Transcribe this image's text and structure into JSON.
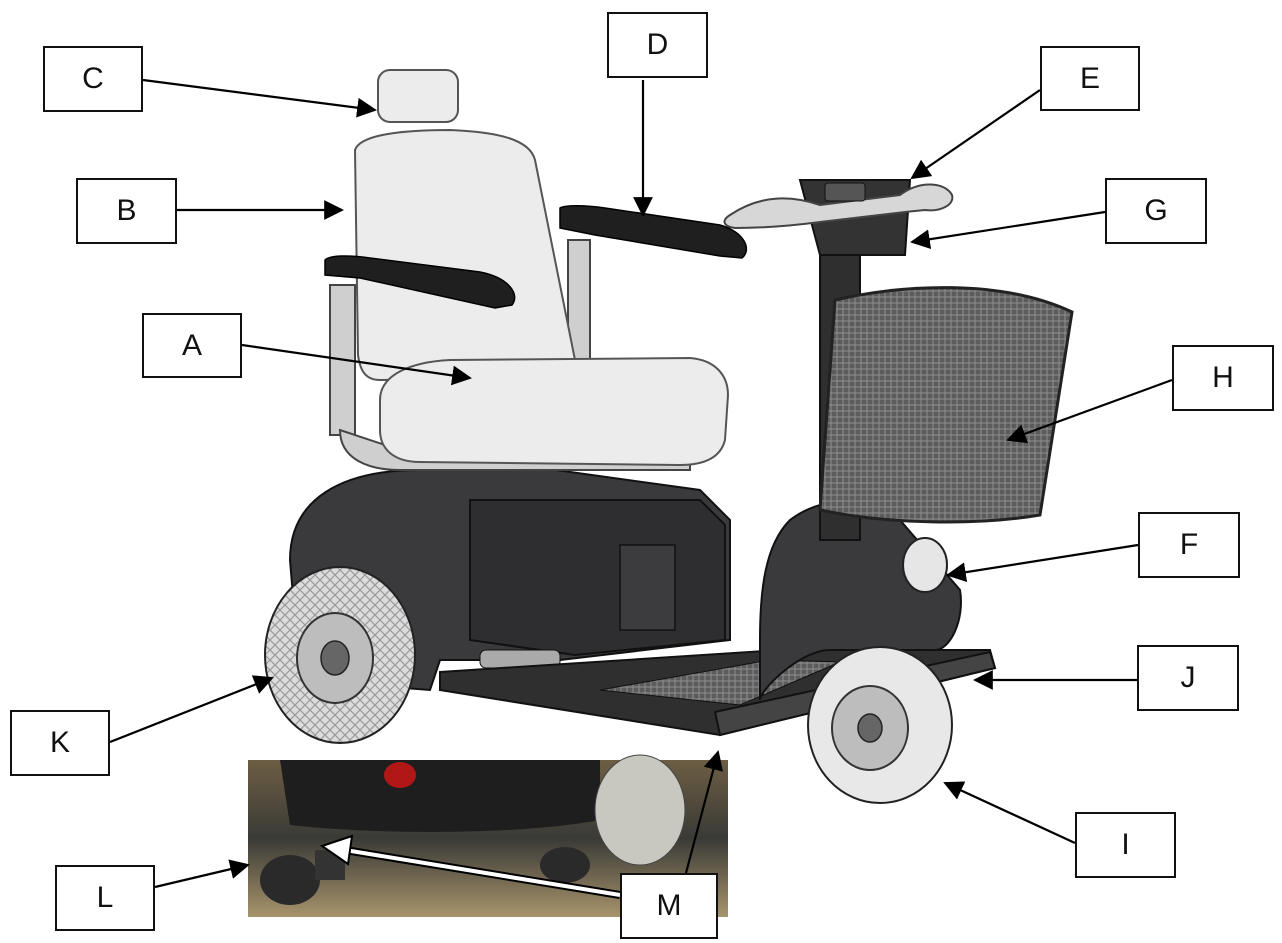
{
  "callouts": [
    {
      "id": "A",
      "label": "A"
    },
    {
      "id": "B",
      "label": "B"
    },
    {
      "id": "C",
      "label": "C"
    },
    {
      "id": "D",
      "label": "D"
    },
    {
      "id": "E",
      "label": "E"
    },
    {
      "id": "F",
      "label": "F"
    },
    {
      "id": "G",
      "label": "G"
    },
    {
      "id": "H",
      "label": "H"
    },
    {
      "id": "I",
      "label": "I"
    },
    {
      "id": "J",
      "label": "J"
    },
    {
      "id": "K",
      "label": "K"
    },
    {
      "id": "L",
      "label": "L"
    },
    {
      "id": "M",
      "label": "M"
    }
  ],
  "colors": {
    "body": "#3a3a3c",
    "seat": "#ececec",
    "armrest": "#1f1f1f",
    "basket": "#6a6a6a",
    "tire": "#d8d8d8",
    "photo_bg": "#8a7a5e"
  }
}
